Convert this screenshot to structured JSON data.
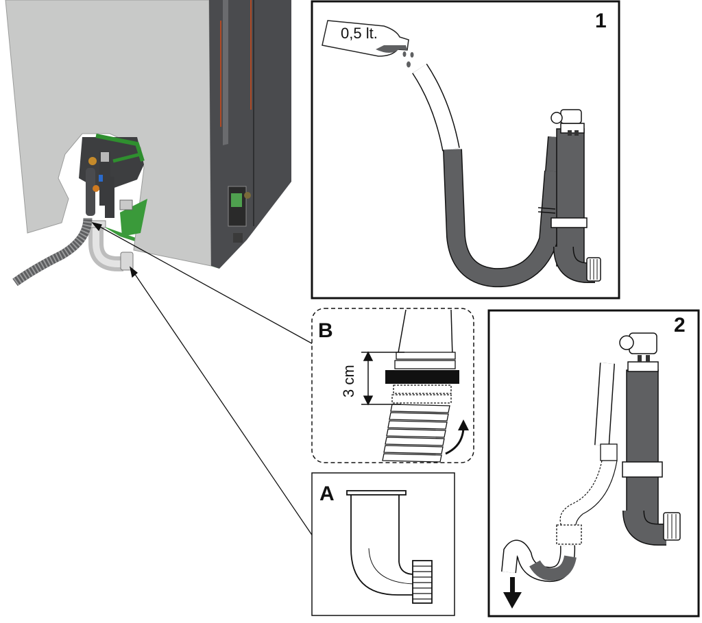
{
  "panels": {
    "p1": {
      "number": "1",
      "bottle_label": "0,5 lt."
    },
    "p2": {
      "number": "2"
    },
    "pB": {
      "letter": "B",
      "dimension": "3 cm"
    },
    "pA": {
      "letter": "A"
    }
  },
  "colors": {
    "boiler_body": "#c8c9c8",
    "boiler_side": "#4a4b4e",
    "accent_green": "#3a9a3a",
    "water_fill": "#5f6062",
    "outline": "#111111"
  }
}
